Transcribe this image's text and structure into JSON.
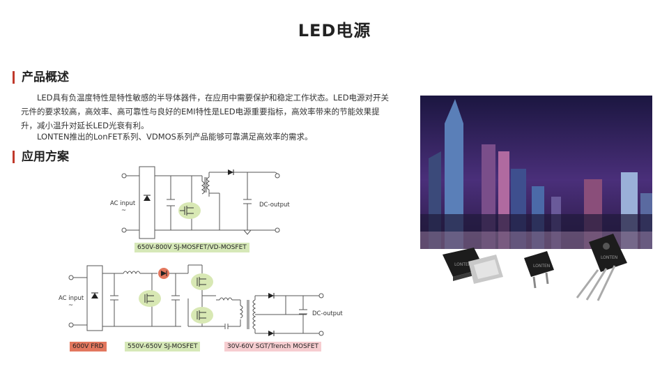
{
  "title": "LED电源",
  "overview": {
    "heading": "产品概述",
    "para1": "　　LED具有负温度特性是特性敏感的半导体器件，在应用中需要保护和稳定工作状态。LED电源对开关元件的要求较高，高效率、高可靠性与良好的EMI特性是LED电源重要指标，高效率带来的节能效果提升，减小温升对延长LED光衰有利。",
    "para2": "　　LONTEN推出的LonFET系列、VDMOS系列产品能够可靠满足高效率的需求。"
  },
  "application": {
    "heading": "应用方案",
    "circuit1": {
      "ac_label": "AC input",
      "ac_sym": "~",
      "dc_label": "DC-output",
      "tag": "650V-800V  SJ-MOSFET/VD-MOSFET"
    },
    "circuit2": {
      "ac_label": "AC input",
      "ac_sym": "~",
      "dc_label": "DC-output",
      "tags": [
        "600V  FRD",
        "550V-650V  SJ-MOSFET",
        "30V-60V  SGT/Trench MOSFET"
      ]
    }
  },
  "chip_marks": [
    "LONTEN",
    "LONTEN",
    "LONTEN"
  ],
  "colors": {
    "accent": "#c0392b",
    "tag_green": "#d6e8b8",
    "tag_red": "#e2775e",
    "tag_pink": "#f6cdd0",
    "mosfet_bubble": "#d8e8b4"
  }
}
